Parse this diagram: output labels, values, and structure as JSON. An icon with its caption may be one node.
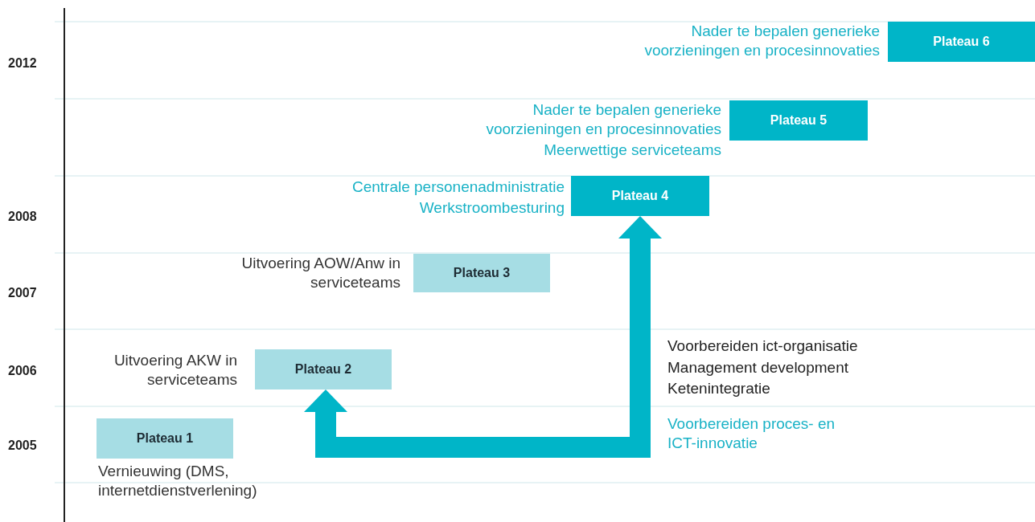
{
  "diagram": {
    "nodes": [
      {
        "text": [
          "Plateau 1"
        ],
        "beside": [
          "Vernieuwing (DMS, internetdienstverlening)"
        ]
      },
      {
        "text": [
          "Plateau 2"
        ],
        "beside": [
          "Uitvoering AKW in serviceteams"
        ]
      },
      {
        "text": [
          "Plateau 3"
        ],
        "beside": [
          "Uitvoering AOW/Anw in serviceteams"
        ]
      },
      {
        "text": [
          "Plateau 4"
        ],
        "beside": [
          "Centrale personenadministratie",
          "Werkstroombesturing"
        ]
      },
      {
        "text": [
          "Plateau 5"
        ],
        "beside": [
          "Nader te bepalen generieke voorzieningen en procesinnovaties",
          "Meerwettige serviceteams"
        ]
      },
      {
        "text": [
          "Plateau 6"
        ],
        "beside": [
          "Nader te bepalen generieke voorzieningen en procesinnovaties"
        ]
      }
    ],
    "edges": [
      {
        "from": 1,
        "to": 3,
        "arrow": "both",
        "label": "Voorbereiden proces- en ICT-innovatie"
      }
    ],
    "labels": [
      "2012",
      "2008",
      "2007",
      "Voorbereiden ict-organisatie",
      "Management development",
      "Ketenintegratie",
      "2006",
      "2005"
    ]
  }
}
